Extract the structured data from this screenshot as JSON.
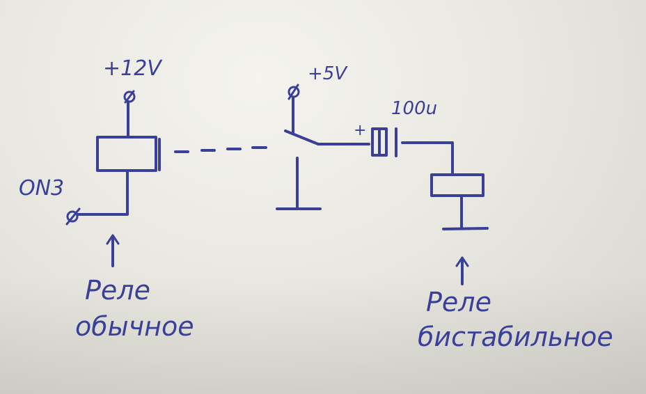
{
  "labels": {
    "v12": "+12V",
    "v5": "+5V",
    "capacitor_value": "100u",
    "cap_polarity": "+",
    "on3": "ON3",
    "relay1_line1": "Реле",
    "relay1_line2": "обычное",
    "relay2_line1": "Реле",
    "relay2_line2": "бистабильное"
  },
  "colors": {
    "ink": "#3a3f9a",
    "paper": "#ecebe4"
  }
}
